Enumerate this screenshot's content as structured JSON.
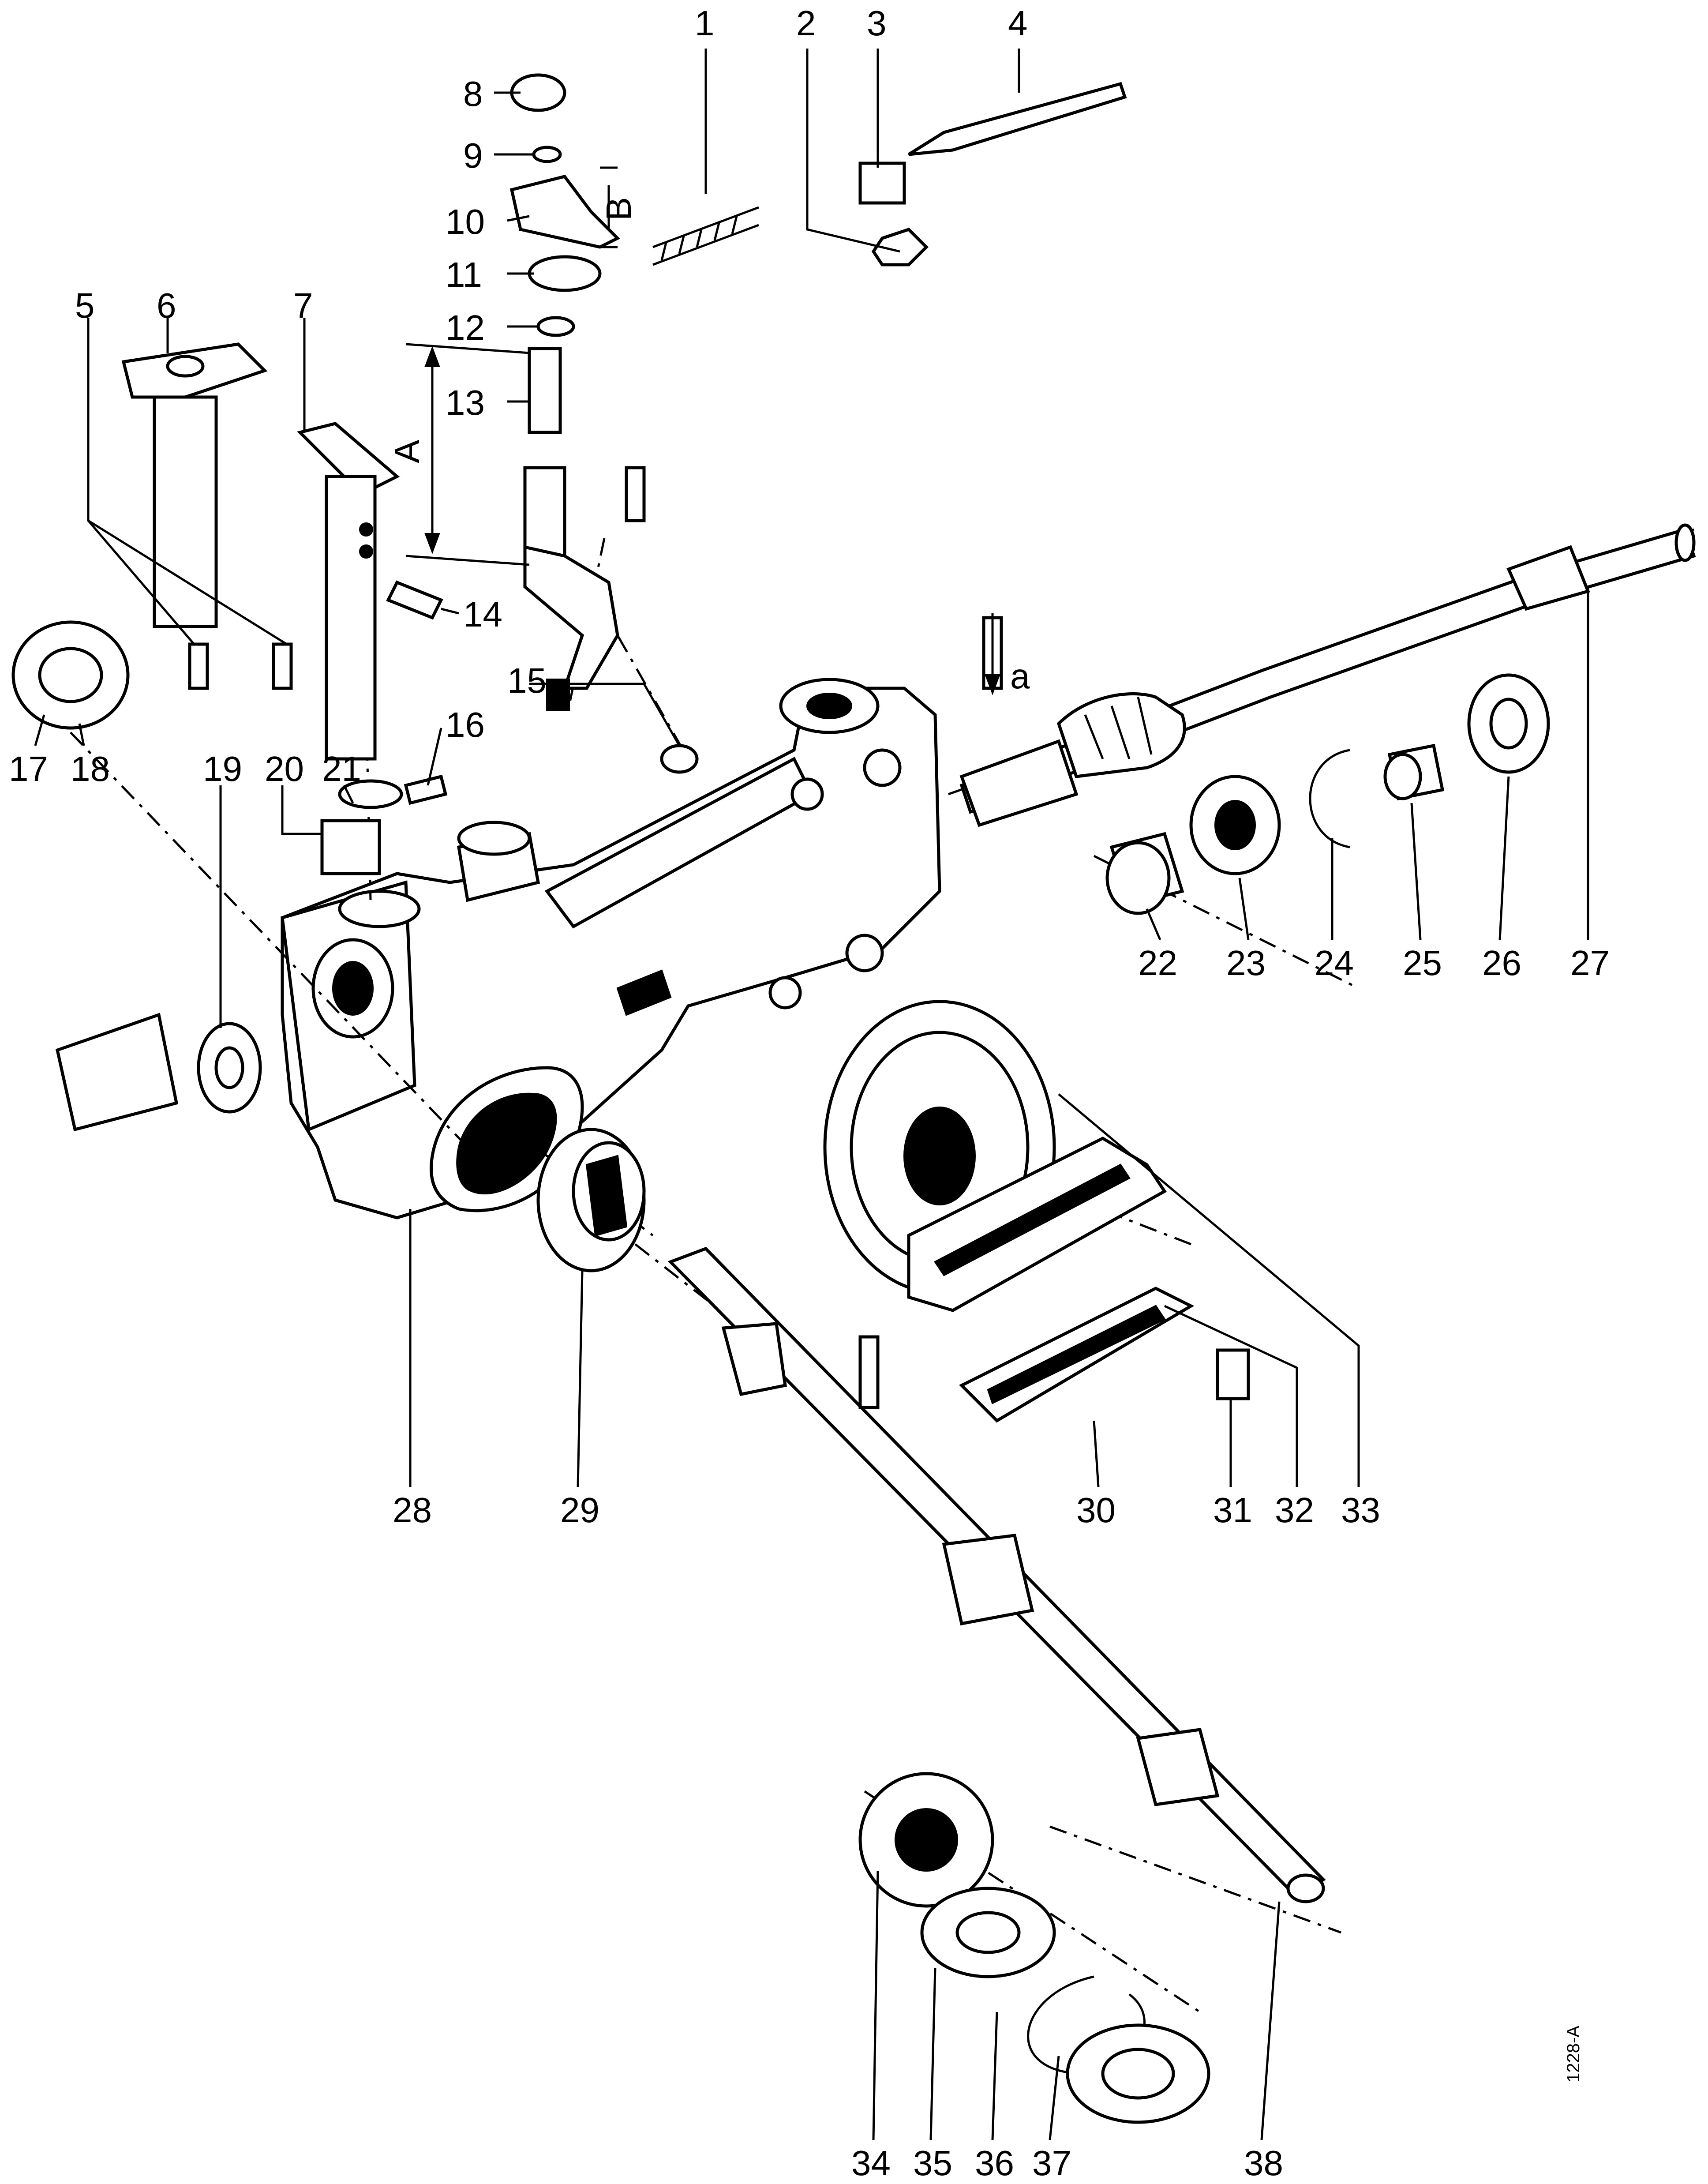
{
  "figure_id": "1228-A",
  "callouts": {
    "c1": "1",
    "c2": "2",
    "c3": "3",
    "c4": "4",
    "c5": "5",
    "c6": "6",
    "c7": "7",
    "c8": "8",
    "c9": "9",
    "c10": "10",
    "c11": "11",
    "c12": "12",
    "c13": "13",
    "c14": "14",
    "c15": "15",
    "c16": "16",
    "c17": "17",
    "c18": "18",
    "c19": "19",
    "c20": "20",
    "c21": "21",
    "c22": "22",
    "c23": "23",
    "c24": "24",
    "c25": "25",
    "c26": "26",
    "c27": "27",
    "c28": "28",
    "c29": "29",
    "c30": "30",
    "c31": "31",
    "c32": "32",
    "c33": "33",
    "c34": "34",
    "c35": "35",
    "c36": "36",
    "c37": "37",
    "c38": "38"
  },
  "dimensions": {
    "a": "A",
    "b": "B",
    "alpha": "a"
  }
}
